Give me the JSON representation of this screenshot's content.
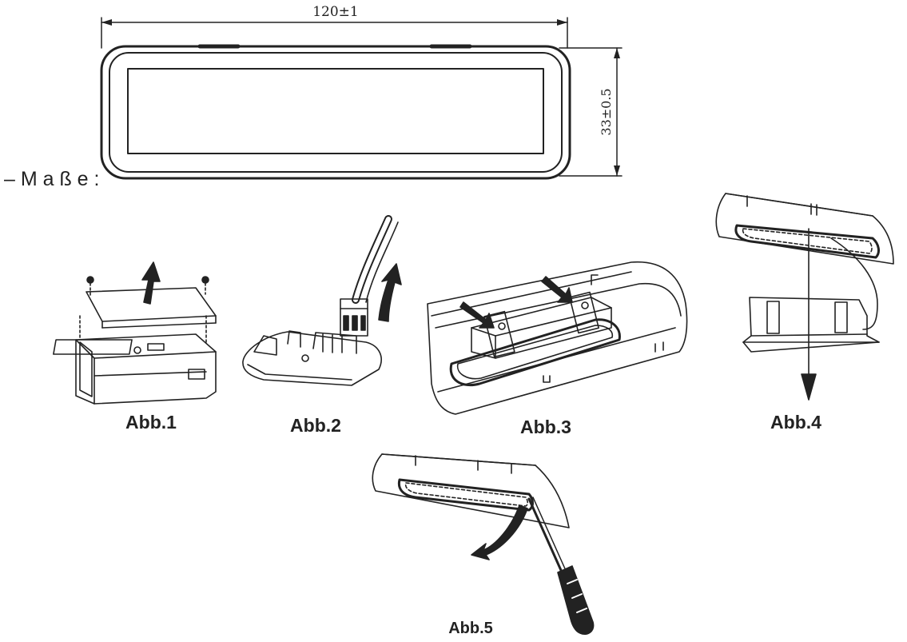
{
  "dimensions": {
    "heading": "– M a ß e :",
    "width_label": "120±1",
    "height_label": "33±0.5"
  },
  "figures": [
    {
      "label": "Abb.1"
    },
    {
      "label": "Abb.2"
    },
    {
      "label": "Abb.3"
    },
    {
      "label": "Abb.4"
    },
    {
      "label": "Abb.5"
    }
  ],
  "colors": {
    "ink": "#222222",
    "background": "#ffffff"
  }
}
